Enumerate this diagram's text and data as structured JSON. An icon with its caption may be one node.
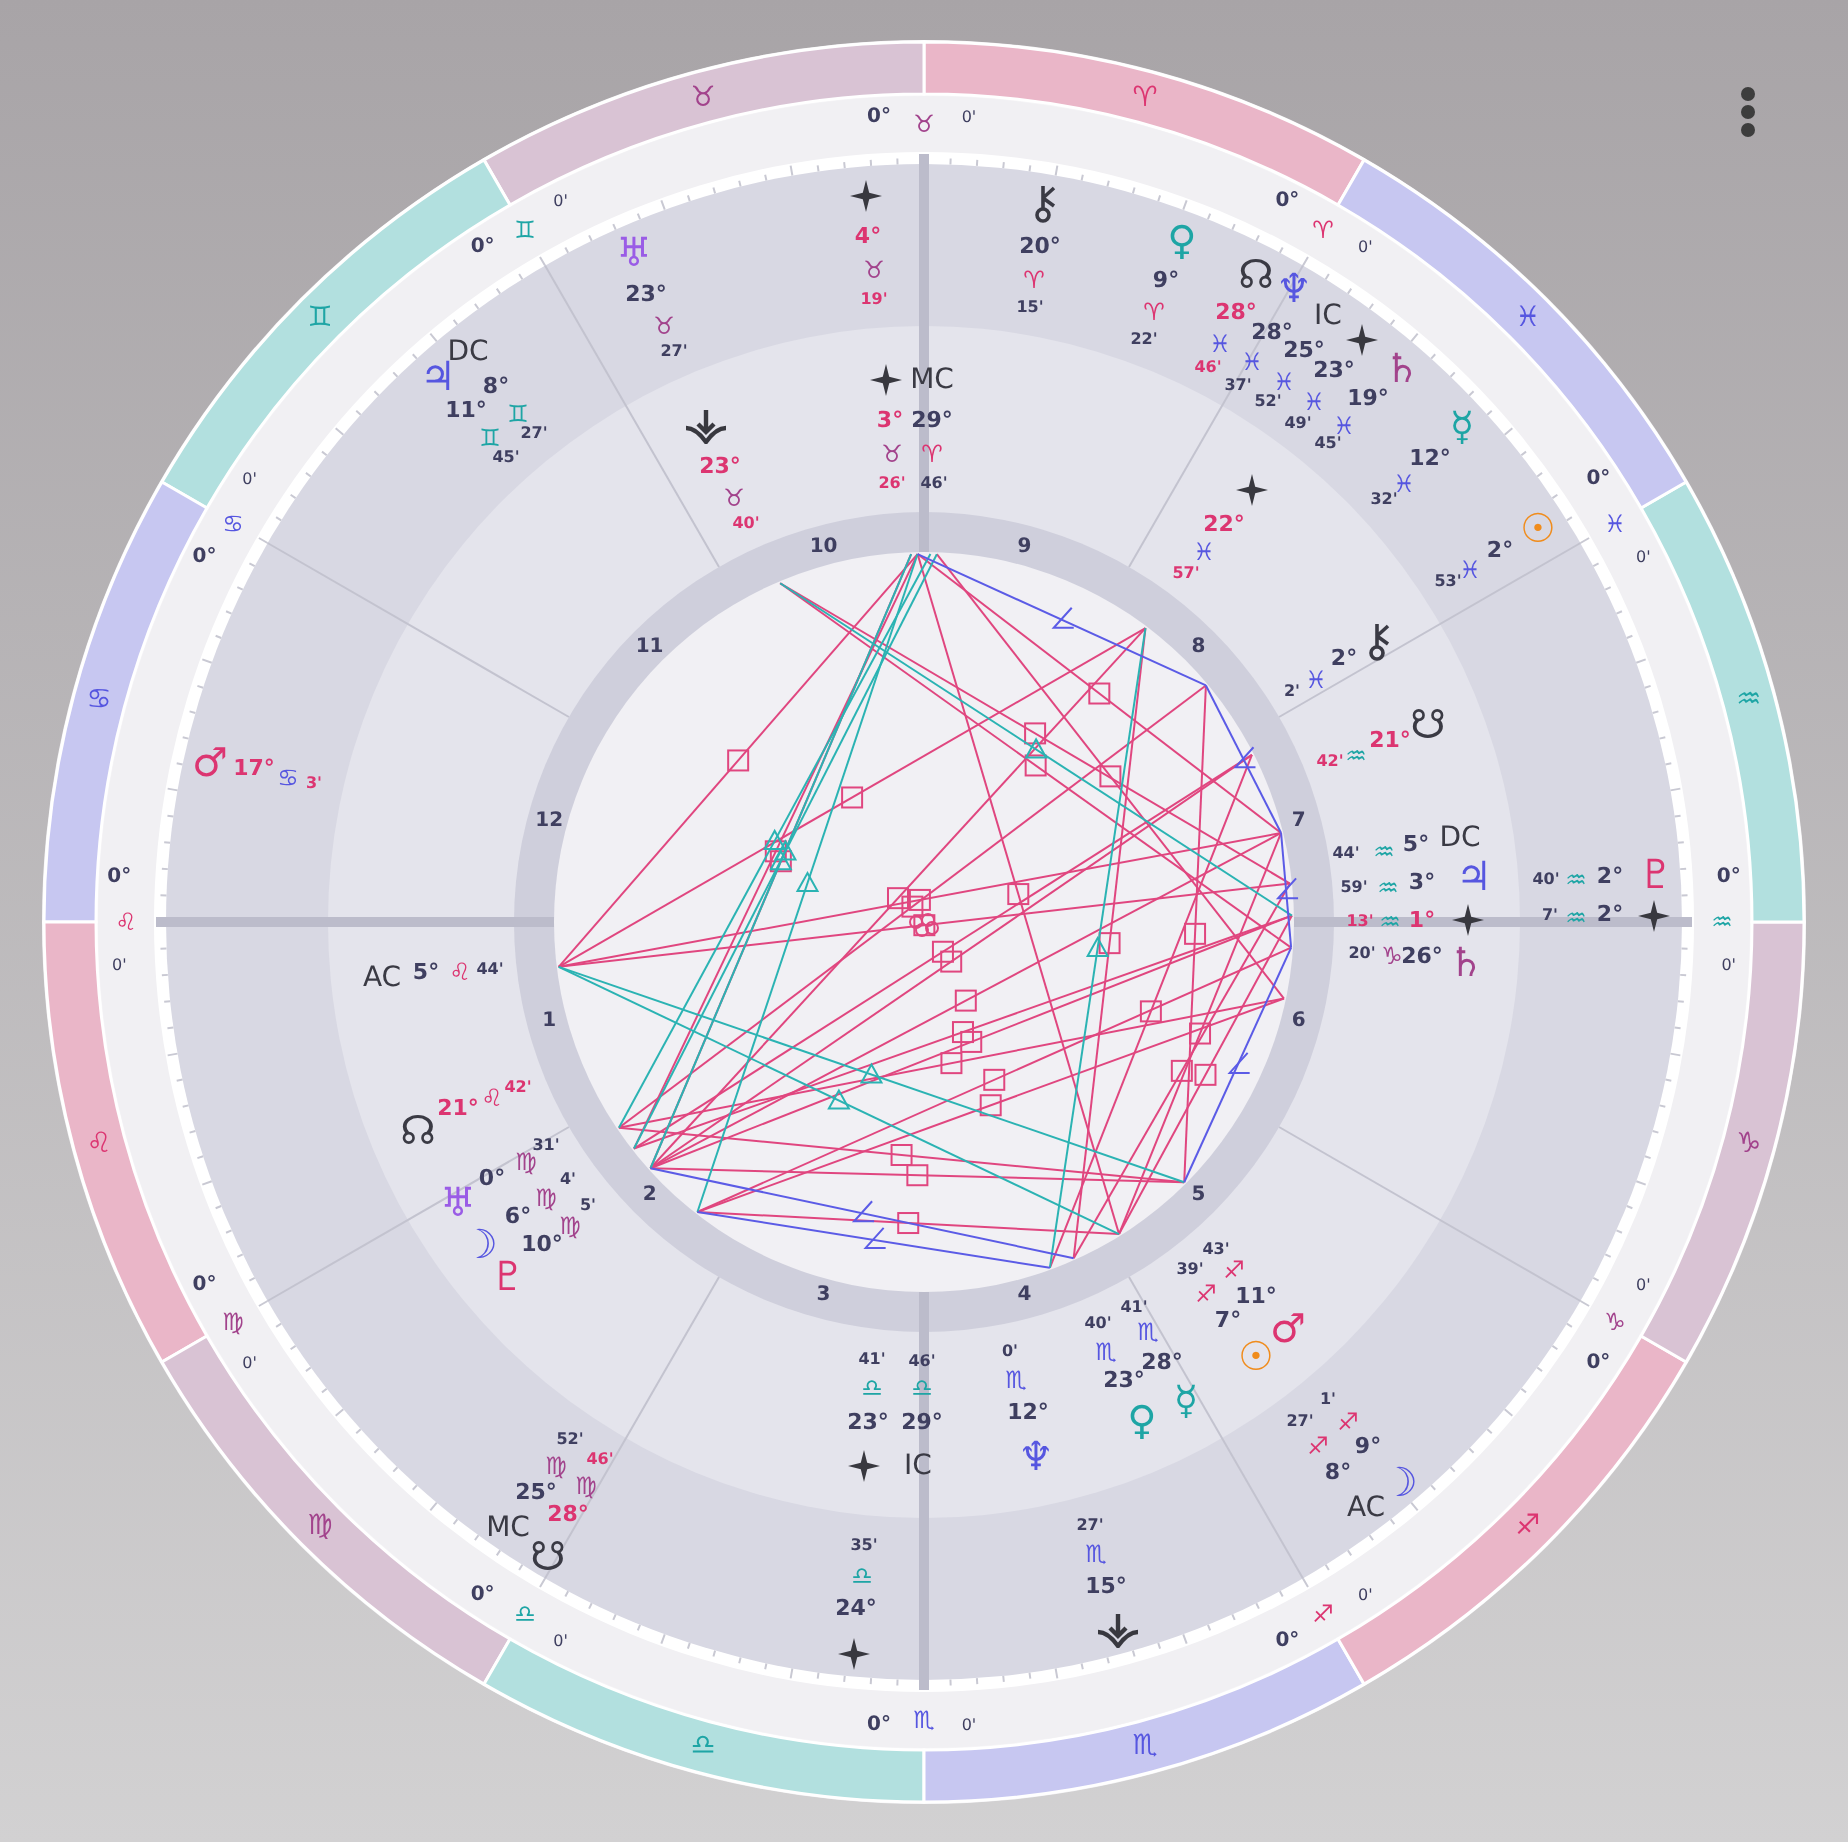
{
  "diagram": {
    "labels": [
      "♈",
      "♉",
      "♊",
      "♋",
      "♌",
      "♍",
      "♎",
      "♏",
      "♐",
      "♑",
      "♒",
      "♓",
      "0°",
      "♈",
      "0'",
      "0°",
      "♉",
      "0'",
      "0°",
      "♊",
      "0'",
      "0°",
      "♋",
      "0'",
      "0°",
      "♌",
      "0'",
      "0°",
      "♍",
      "0'",
      "0°",
      "♎",
      "0'",
      "0°",
      "♏",
      "0'",
      "0°",
      "♐",
      "0'",
      "0°",
      "♑",
      "0'",
      "0°",
      "♒",
      "0'",
      "0°",
      "♓",
      "0'",
      "1",
      "2",
      "3",
      "4",
      "5",
      "6",
      "7",
      "8",
      "9",
      "10",
      "11",
      "12",
      "4°",
      "♉",
      "19'",
      "♅",
      "23°",
      "♉",
      "27'",
      "DC",
      "♃",
      "8°",
      "11°",
      "♊",
      "27'",
      "♊",
      "45'",
      "23°",
      "♉",
      "40'",
      "MC",
      "3°",
      "29°",
      "♉",
      "♈",
      "26'",
      "46'",
      "20°",
      "♈",
      "15'",
      "♀",
      "9°",
      "♈",
      "22'",
      "☊",
      "♆",
      "IC",
      "28°",
      "28°",
      "25°",
      "23°",
      "19°",
      "♄",
      "♓",
      "46'",
      "♓",
      "37'",
      "♓",
      "52'",
      "♓",
      "49'",
      "♓",
      "45'",
      "☿",
      "12°",
      "♓",
      "32'",
      "☉",
      "2°",
      "♓",
      "53'",
      "22°",
      "♓",
      "57'",
      "2°",
      "♓",
      "2'",
      "☋",
      "21°",
      "♒",
      "42'",
      "DC",
      "5°",
      "♒",
      "44'",
      "♃",
      "3°",
      "♒",
      "59'",
      "1°",
      "♒",
      "13'",
      "♄",
      "26°",
      "♑",
      "20'",
      "♇",
      "2°",
      "♒",
      "40'",
      "2°",
      "♒",
      "7'",
      "♂",
      "17°",
      "♋",
      "3'",
      "AC",
      "5°",
      "♌",
      "44'",
      "☊",
      "21°",
      "♌",
      "42'",
      "31'",
      "0°",
      "♍",
      "♅",
      "4'",
      "6°",
      "♍",
      "☽",
      "5'",
      "10°",
      "♍",
      "♇",
      "52'",
      "♍",
      "46'",
      "♍",
      "25°",
      "28°",
      "MC",
      "☋",
      "41'",
      "♎",
      "23°",
      "46'",
      "♎",
      "29°",
      "IC",
      "35'",
      "♎",
      "24°",
      "0'",
      "♏",
      "12°",
      "♆",
      "40'",
      "♏",
      "23°",
      "♀",
      "41'",
      "♏",
      "28°",
      "☿",
      "43'",
      "♐",
      "11°",
      "♂",
      "39'",
      "♐",
      "7°",
      "☉",
      "1'",
      "♐",
      "9°",
      "☽",
      "27'",
      "♐",
      "8°",
      "AC",
      "27'",
      "♏",
      "15°"
    ]
  }
}
